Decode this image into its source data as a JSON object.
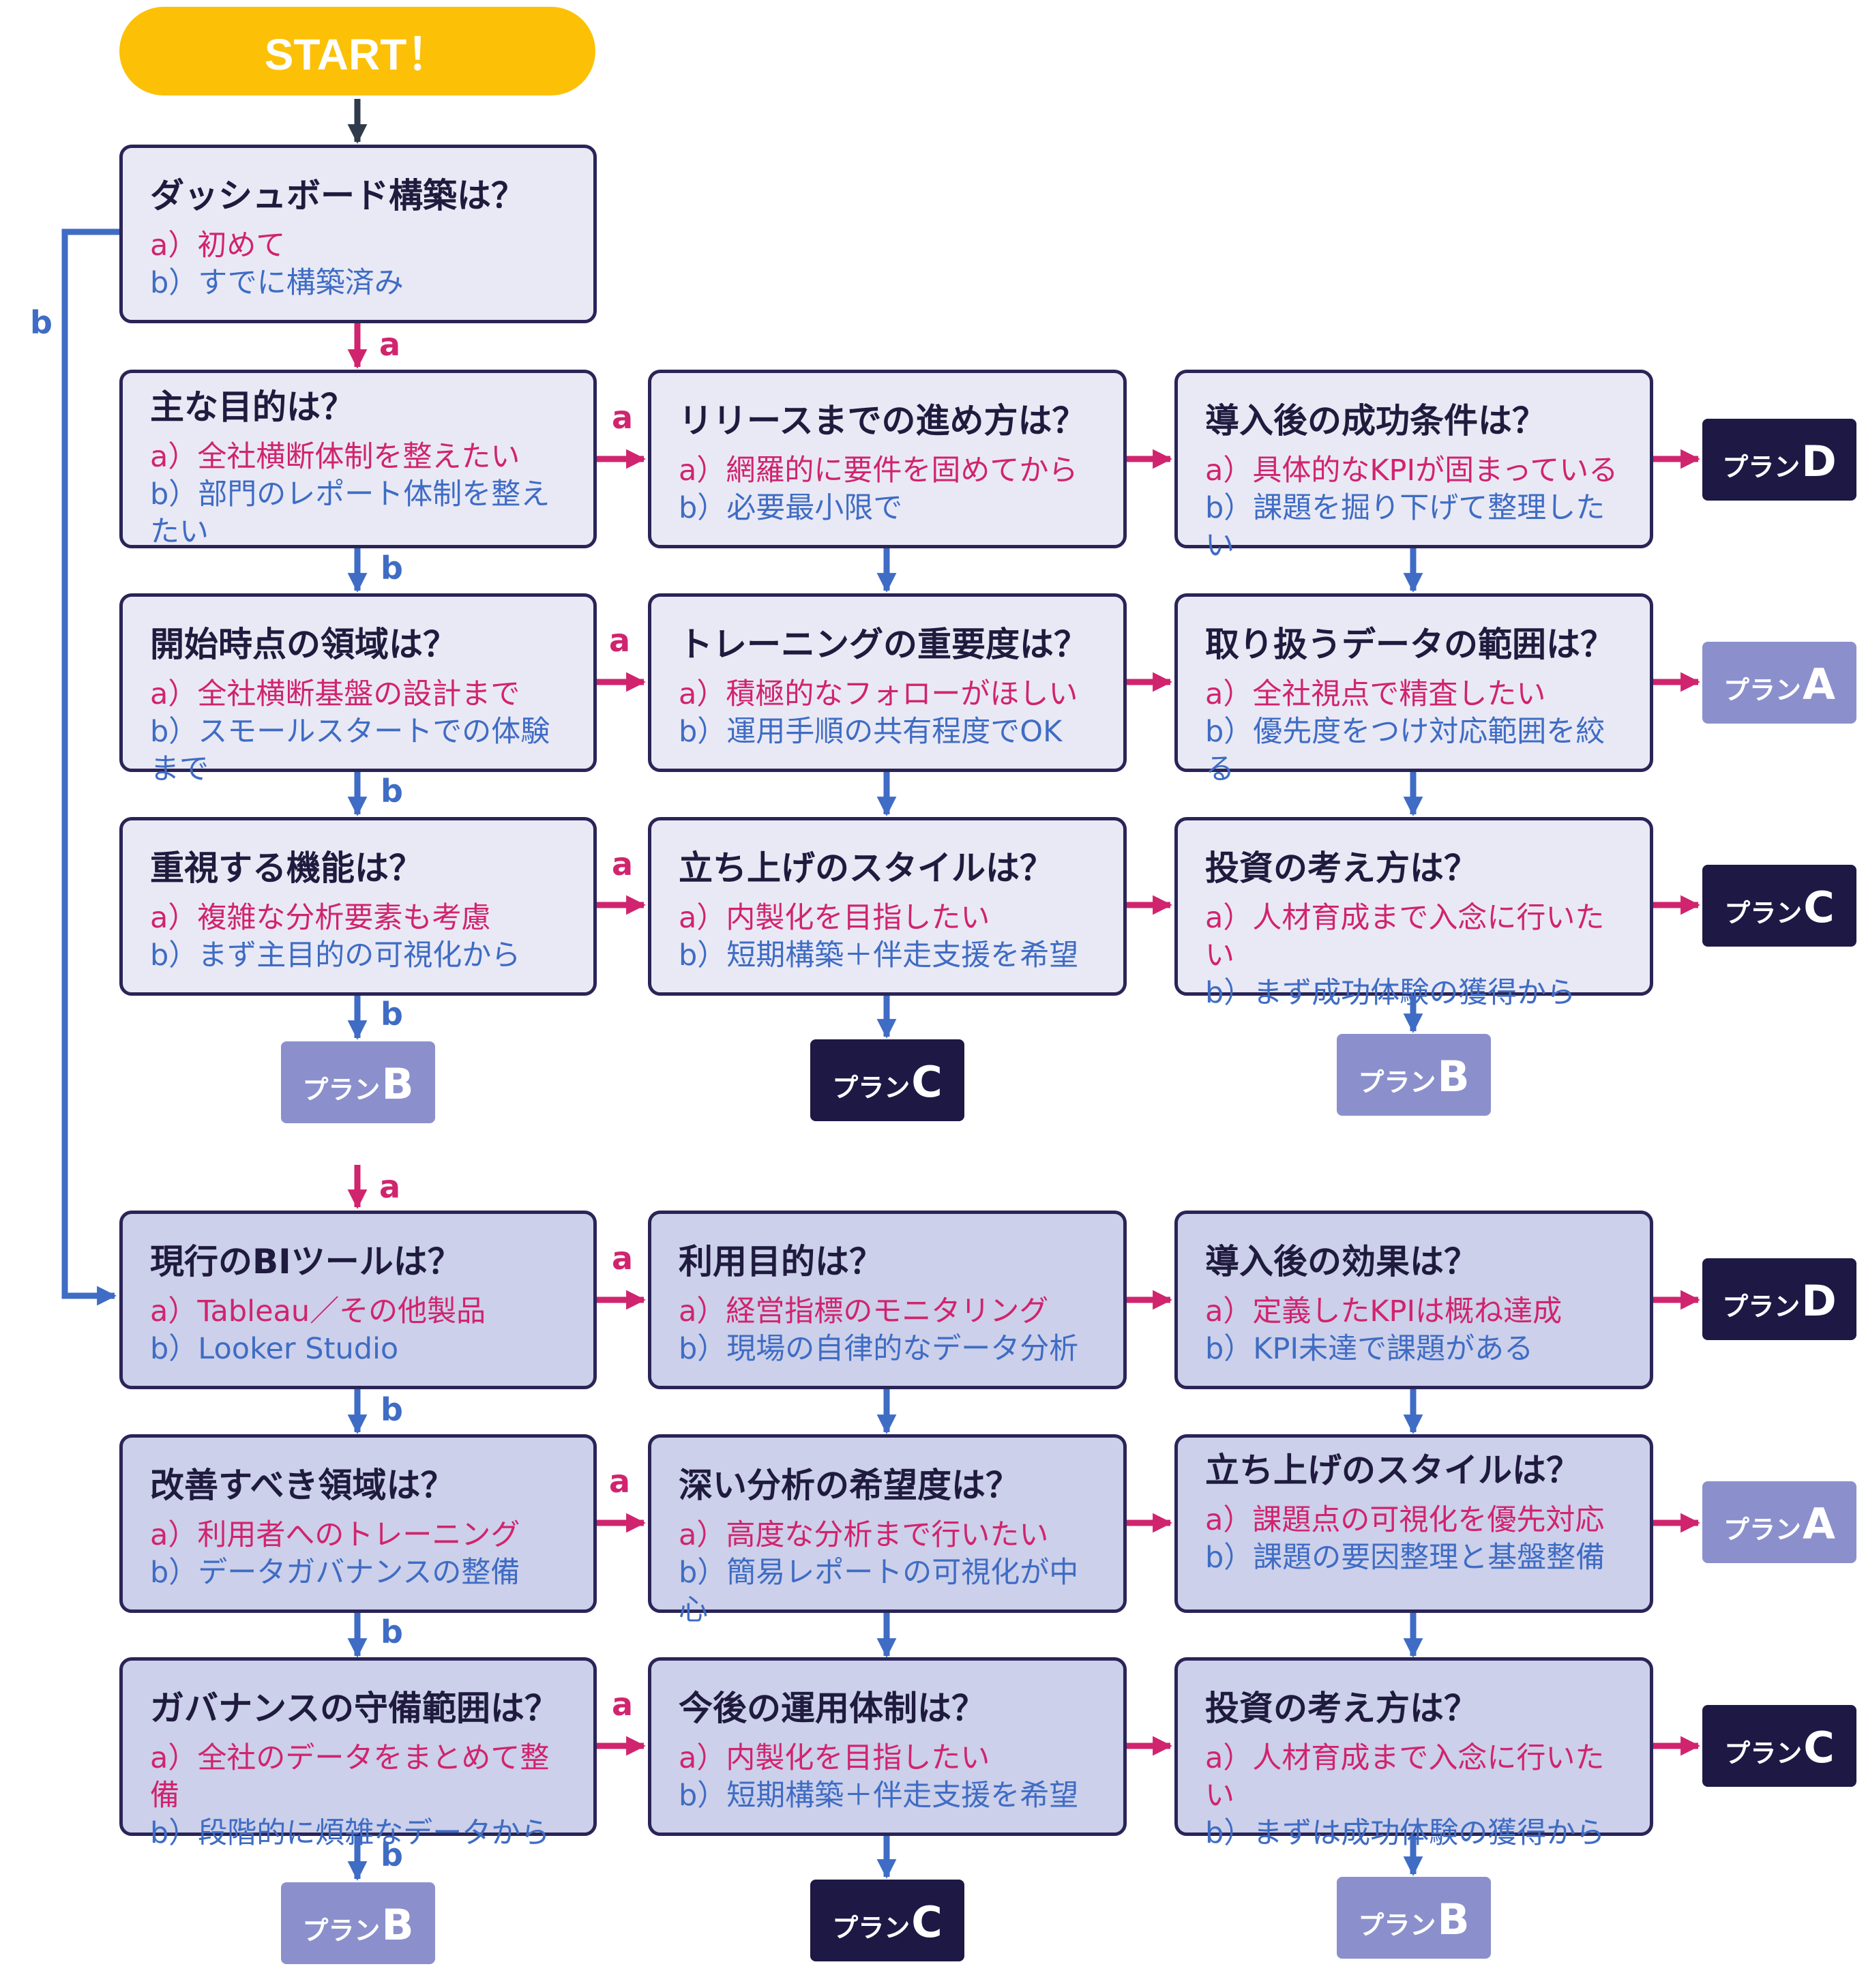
{
  "start": "START！",
  "label_a": "a",
  "label_b": "b",
  "colors": {
    "a_arrow": "#d0246e",
    "b_arrow": "#3f6cc4",
    "start_arrow": "#2f3a4a",
    "plan_dark": "#1e1845",
    "plan_light": "#8b90cc",
    "start_fill": "#fcc006"
  },
  "top": {
    "q1": {
      "q": "ダッシュボード構築は？",
      "a": "a）初めて",
      "b": "b）すでに構築済み"
    },
    "r1c1": {
      "q": "主な目的は？",
      "a": "a）全社横断体制を整えたい",
      "b": "b）部門のレポート体制を整えたい"
    },
    "r1c2": {
      "q": "リリースまでの進め方は？",
      "a": "a）網羅的に要件を固めてから",
      "b": "b）必要最小限で"
    },
    "r1c3": {
      "q": "導入後の成功条件は？",
      "a": "a）具体的なKPIが固まっている",
      "b": "b）課題を掘り下げて整理したい"
    },
    "r2c1": {
      "q": "開始時点の領域は？",
      "a": "a）全社横断基盤の設計まで",
      "b": "b）スモールスタートでの体験まで"
    },
    "r2c2": {
      "q": "トレーニングの重要度は？",
      "a": "a）積極的なフォローがほしい",
      "b": "b）運用手順の共有程度でOK"
    },
    "r2c3": {
      "q": "取り扱うデータの範囲は？",
      "a": "a）全社視点で精査したい",
      "b": "b）優先度をつけ対応範囲を絞る"
    },
    "r3c1": {
      "q": "重視する機能は？",
      "a": "a）複雑な分析要素も考慮",
      "b": "b）まず主目的の可視化から"
    },
    "r3c2": {
      "q": "立ち上げのスタイルは？",
      "a": "a）内製化を目指したい",
      "b": "b）短期構築＋伴走支援を希望"
    },
    "r3c3": {
      "q": "投資の考え方は？",
      "a": "a）人材育成まで入念に行いたい",
      "b": "b）まず成功体験の獲得から"
    }
  },
  "bottom": {
    "r1c1": {
      "q": "現行のBIツールは？",
      "a": "a）Tableau／その他製品",
      "b": "b）Looker Studio"
    },
    "r1c2": {
      "q": "利用目的は？",
      "a": "a）経営指標のモニタリング",
      "b": "b）現場の自律的なデータ分析"
    },
    "r1c3": {
      "q": "導入後の効果は？",
      "a": "a）定義したKPIは概ね達成",
      "b": "b）KPI未達で課題がある"
    },
    "r2c1": {
      "q": "改善すべき領域は？",
      "a": "a）利用者へのトレーニング",
      "b": "b）データガバナンスの整備"
    },
    "r2c2": {
      "q": "深い分析の希望度は？",
      "a": "a）高度な分析まで行いたい",
      "b": "b）簡易レポートの可視化が中心"
    },
    "r2c3": {
      "q": "立ち上げのスタイルは？",
      "a": "a）課題点の可視化を優先対応",
      "b": "b）課題の要因整理と基盤整備"
    },
    "r3c1": {
      "q": "ガバナンスの守備範囲は？",
      "a": "a）全社のデータをまとめて整備",
      "b": "b）段階的に煩雑なデータから"
    },
    "r3c2": {
      "q": "今後の運用体制は？",
      "a": "a）内製化を目指したい",
      "b": "b）短期構築＋伴走支援を希望"
    },
    "r3c3": {
      "q": "投資の考え方は？",
      "a": "a）人材育成まで入念に行いたい",
      "b": "b）まずは成功体験の獲得から"
    }
  },
  "plans": {
    "prefix": "プラン",
    "top_row1_right": "D",
    "top_row2_right": "A",
    "top_row3_right": "C",
    "top_bottom_col1": "B",
    "top_bottom_col2": "C",
    "top_bottom_col3": "B",
    "bot_row1_right": "D",
    "bot_row2_right": "A",
    "bot_row3_right": "C",
    "bot_bottom_col1": "B",
    "bot_bottom_col2": "C",
    "bot_bottom_col3": "B"
  }
}
